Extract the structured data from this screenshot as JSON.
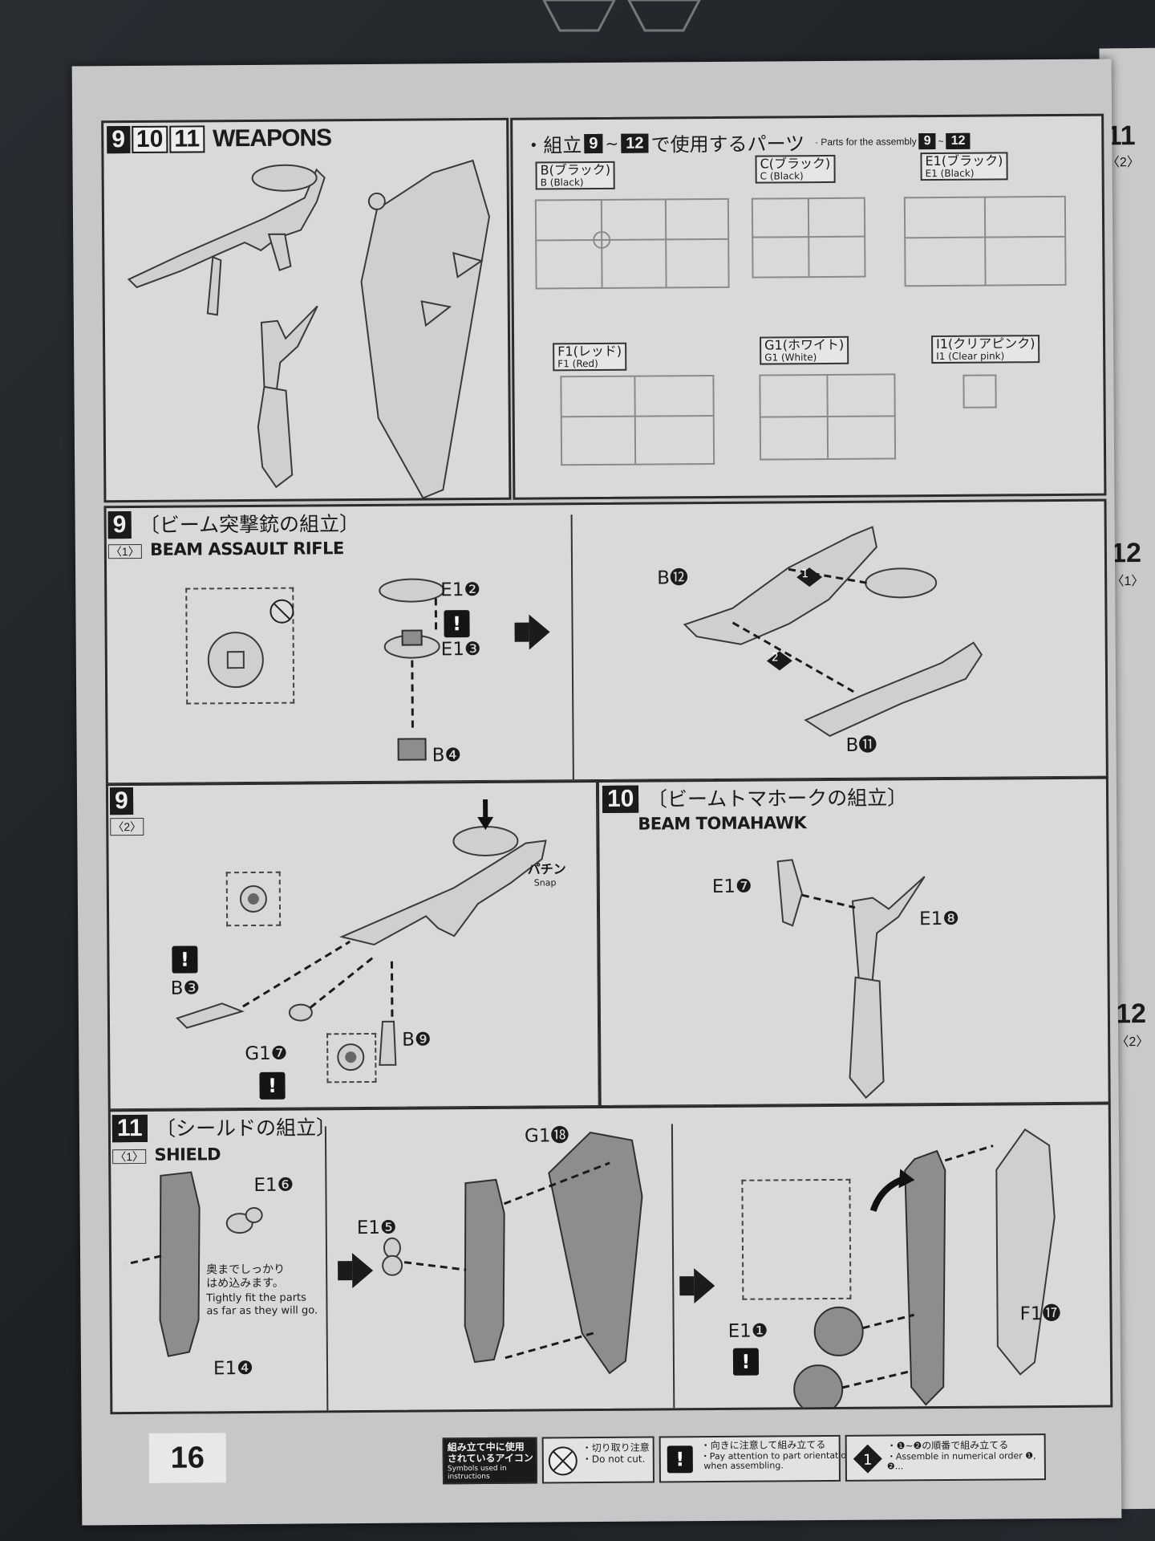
{
  "header": {
    "steps": [
      "9",
      "10",
      "11"
    ],
    "title": "WEAPONS"
  },
  "parts": {
    "title_jp": "・組立",
    "range_a": "9",
    "tilde": "~",
    "range_b": "12",
    "title_jp_suffix": "で使用するパーツ",
    "title_en": "· Parts for the assembly",
    "runners": [
      {
        "jp": "B(ブラック)",
        "en": "B (Black)"
      },
      {
        "jp": "C(ブラック)",
        "en": "C (Black)"
      },
      {
        "jp": "E1(ブラック)",
        "en": "E1 (Black)"
      },
      {
        "jp": "F1(レッド)",
        "en": "F1 (Red)"
      },
      {
        "jp": "G1(ホワイト)",
        "en": "G1 (White)"
      },
      {
        "jp": "I1(クリアピンク)",
        "en": "I1 (Clear pink)"
      }
    ]
  },
  "step9_1": {
    "num": "9",
    "sub": "〈1〉",
    "title_jp": "〔ビーム突撃銃の組立〕",
    "title_en": "BEAM ASSAULT RIFLE",
    "labels": [
      "E1❷",
      "E1❸",
      "B❹",
      "B⓬",
      "B⓫"
    ],
    "order": [
      "1",
      "2"
    ]
  },
  "step9_2": {
    "num": "9",
    "sub": "〈2〉",
    "labels": [
      "B❸",
      "G1❼",
      "B❾"
    ],
    "snap_jp": "パチン",
    "snap_en": "Snap"
  },
  "step10": {
    "num": "10",
    "title_jp": "〔ビームトマホークの組立〕",
    "title_en": "BEAM TOMAHAWK",
    "labels": [
      "E1❼",
      "E1❽"
    ]
  },
  "step11_1": {
    "num": "11",
    "sub": "〈1〉",
    "title_jp": "〔シールドの組立〕",
    "title_en": "SHIELD",
    "labels": [
      "E1❻",
      "E1❹",
      "E1❺",
      "G1⓲",
      "E1❶",
      "F1⓱"
    ],
    "note_jp": "奥までしっかり\nはめ込みます。",
    "note_en": "Tightly fit the parts\nas far as they will go."
  },
  "footer": {
    "page_number": "16",
    "icons_jp": "組み立て中に使用\nされているアイコン",
    "icons_en": "Symbols used in instructions",
    "cut_jp": "・切り取り注意",
    "cut_en": "・Do not cut.",
    "orient_jp": "・向きに注意して組み立てる",
    "orient_en": "・Pay attention to part orientation\n when assembling.",
    "order_jp": "・❶~❷の順番で組み立てる",
    "order_en": "・Assemble in numerical order ❶, ❷..."
  },
  "side_steps": [
    "11",
    "12",
    "12"
  ],
  "side_subs": [
    "〈2〉",
    "〈1〉",
    "〈2〉"
  ]
}
